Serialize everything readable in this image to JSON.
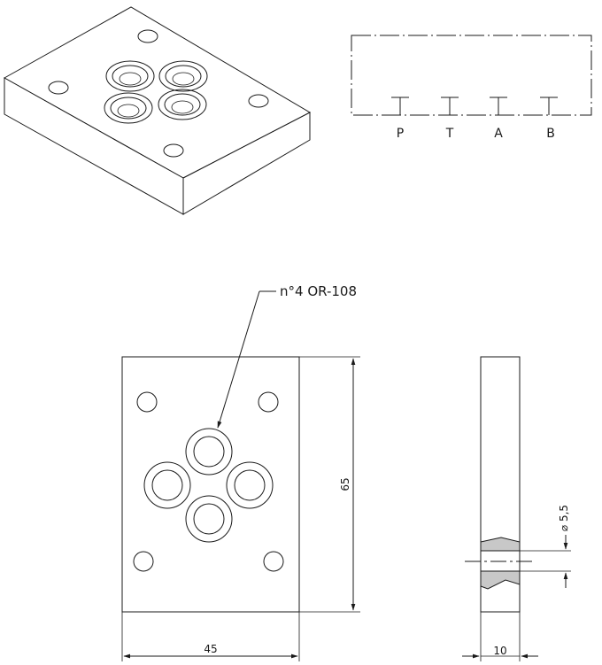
{
  "schematic": {
    "ports": [
      {
        "id": "P",
        "label": "P"
      },
      {
        "id": "T",
        "label": "T"
      },
      {
        "id": "A",
        "label": "A"
      },
      {
        "id": "B",
        "label": "B"
      }
    ]
  },
  "front_view": {
    "callout": "n°4 OR-108",
    "height_dim": "65",
    "width_dim": "45"
  },
  "side_view": {
    "diameter_dim": "⌀ 5,5",
    "thickness_dim": "10"
  },
  "colors": {
    "line": "#1a1a1a",
    "section_fill": "#c8c8c8",
    "background": "#ffffff"
  }
}
